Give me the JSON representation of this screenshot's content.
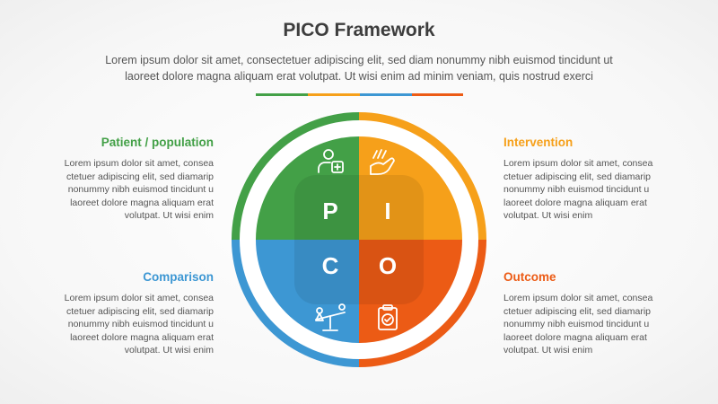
{
  "header": {
    "title": "PICO Framework",
    "subtitle_line1": "Lorem ipsum dolor sit amet, consectetuer adipiscing elit, sed diam nonummy nibh euismod tincidunt ut",
    "subtitle_line2": "laoreet dolore magna aliquam erat volutpat. Ut wisi enim ad minim veniam, quis nostrud exerci"
  },
  "colors": {
    "green": "#43a047",
    "orange": "#f6a01a",
    "blue": "#3d97d3",
    "red": "#ec5b15"
  },
  "quadrants": {
    "p": {
      "letter": "P",
      "title": "Patient / population",
      "icon": "patient-plus-icon",
      "lines": [
        "Lorem ipsum dolor sit amet, consea",
        "ctetuer adipiscing elit, sed diamarip",
        "nonummy nibh euismod tincidunt u",
        "laoreet dolore magna aliquam erat",
        "volutpat. Ut wisi enim"
      ]
    },
    "i": {
      "letter": "I",
      "title": "Intervention",
      "icon": "hand-pills-icon",
      "lines": [
        "Lorem ipsum dolor sit amet, consea",
        "ctetuer adipiscing elit, sed diamarip",
        "nonummy nibh euismod tincidunt u",
        "laoreet dolore magna aliquam erat",
        "volutpat. Ut wisi enim"
      ]
    },
    "c": {
      "letter": "C",
      "title": "Comparison",
      "icon": "balance-scale-icon",
      "lines": [
        "Lorem ipsum dolor sit amet, consea",
        "ctetuer adipiscing elit, sed diamarip",
        "nonummy nibh euismod tincidunt u",
        "laoreet dolore magna aliquam erat",
        "volutpat. Ut wisi enim"
      ]
    },
    "o": {
      "letter": "O",
      "title": "Outcome",
      "icon": "clipboard-check-icon",
      "lines": [
        "Lorem ipsum dolor sit amet, consea",
        "ctetuer adipiscing elit, sed diamarip",
        "nonummy nibh euismod tincidunt u",
        "laoreet dolore magna aliquam erat",
        "volutpat. Ut wisi enim"
      ]
    }
  }
}
